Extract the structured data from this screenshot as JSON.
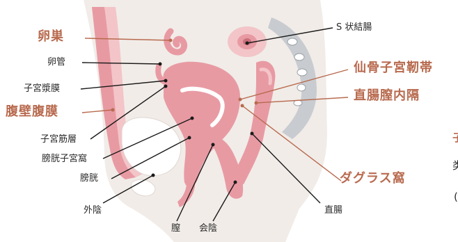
{
  "colors": {
    "accent": "#b86a4e",
    "organ_pink": "#e89aa3",
    "organ_light": "#f3c5c8",
    "skin": "#f1ece8",
    "bone": "#c8ccd0",
    "line": "#1a1a1a"
  },
  "labels": {
    "ovary": "卵巣",
    "oviduct": "卵管",
    "serosa": "子宮漿膜",
    "peritoneum": "腹壁腹膜",
    "myometrium": "子宮筋層",
    "vesicouterine": "膀胱子宮窩",
    "bladder": "膀胱",
    "vulva": "外陰",
    "vagina": "膣",
    "perineum": "会陰",
    "sigmoid": "S 状結腸",
    "uterosacral": "仙骨子宮靭帯",
    "rectovaginal": "直腸膣内隔",
    "douglas": "ダグラス窩",
    "rectum": "直腸"
  },
  "edge_fragments": {
    "top": "子",
    "middle": "类",
    "bottom": "("
  }
}
